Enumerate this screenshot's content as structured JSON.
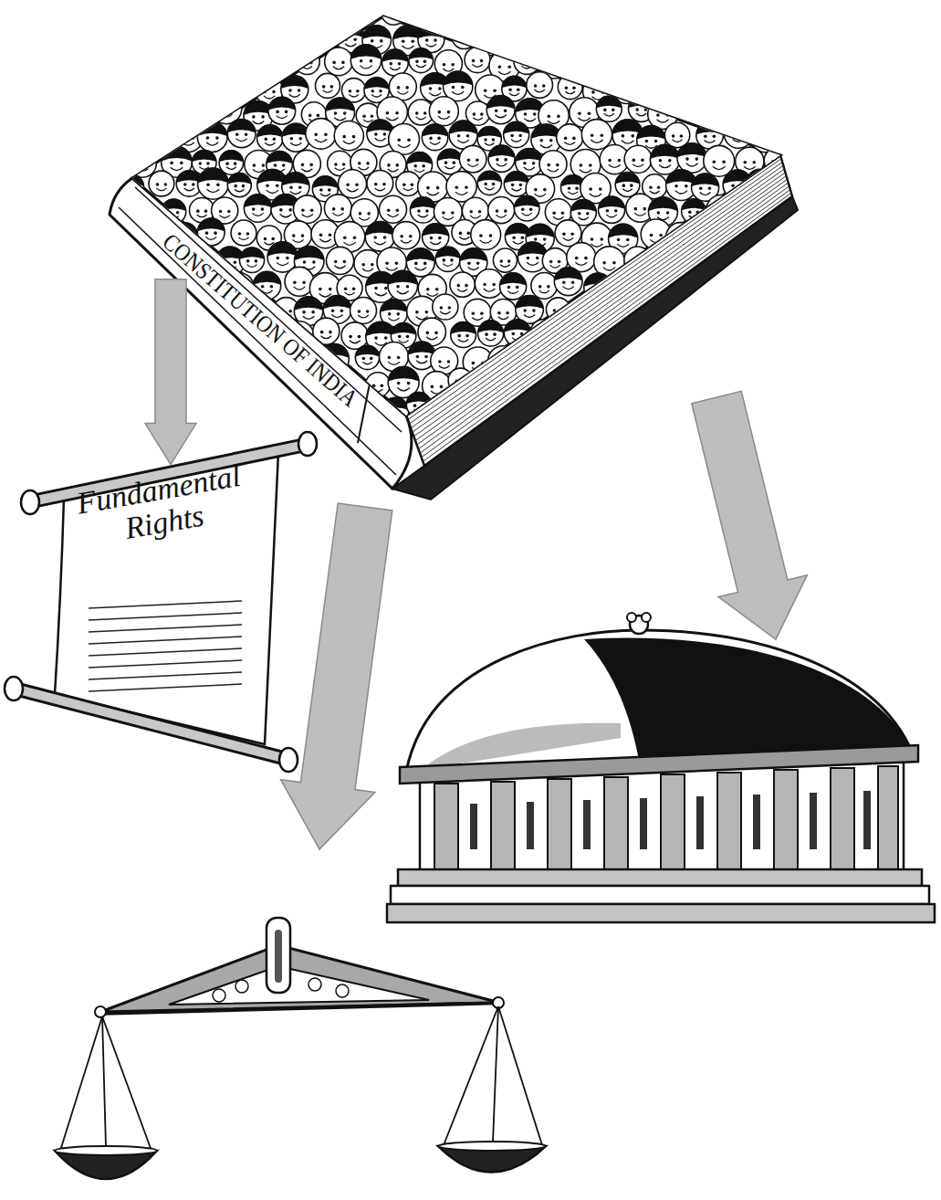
{
  "diagram": {
    "nodes": [
      {
        "text": [
          "CONSTITUTION OF INDIA"
        ]
      },
      {
        "text": [
          "Fundamental Rights"
        ]
      }
    ],
    "edges": [
      {
        "from": 0,
        "to": 1,
        "arrow": "to"
      }
    ]
  }
}
